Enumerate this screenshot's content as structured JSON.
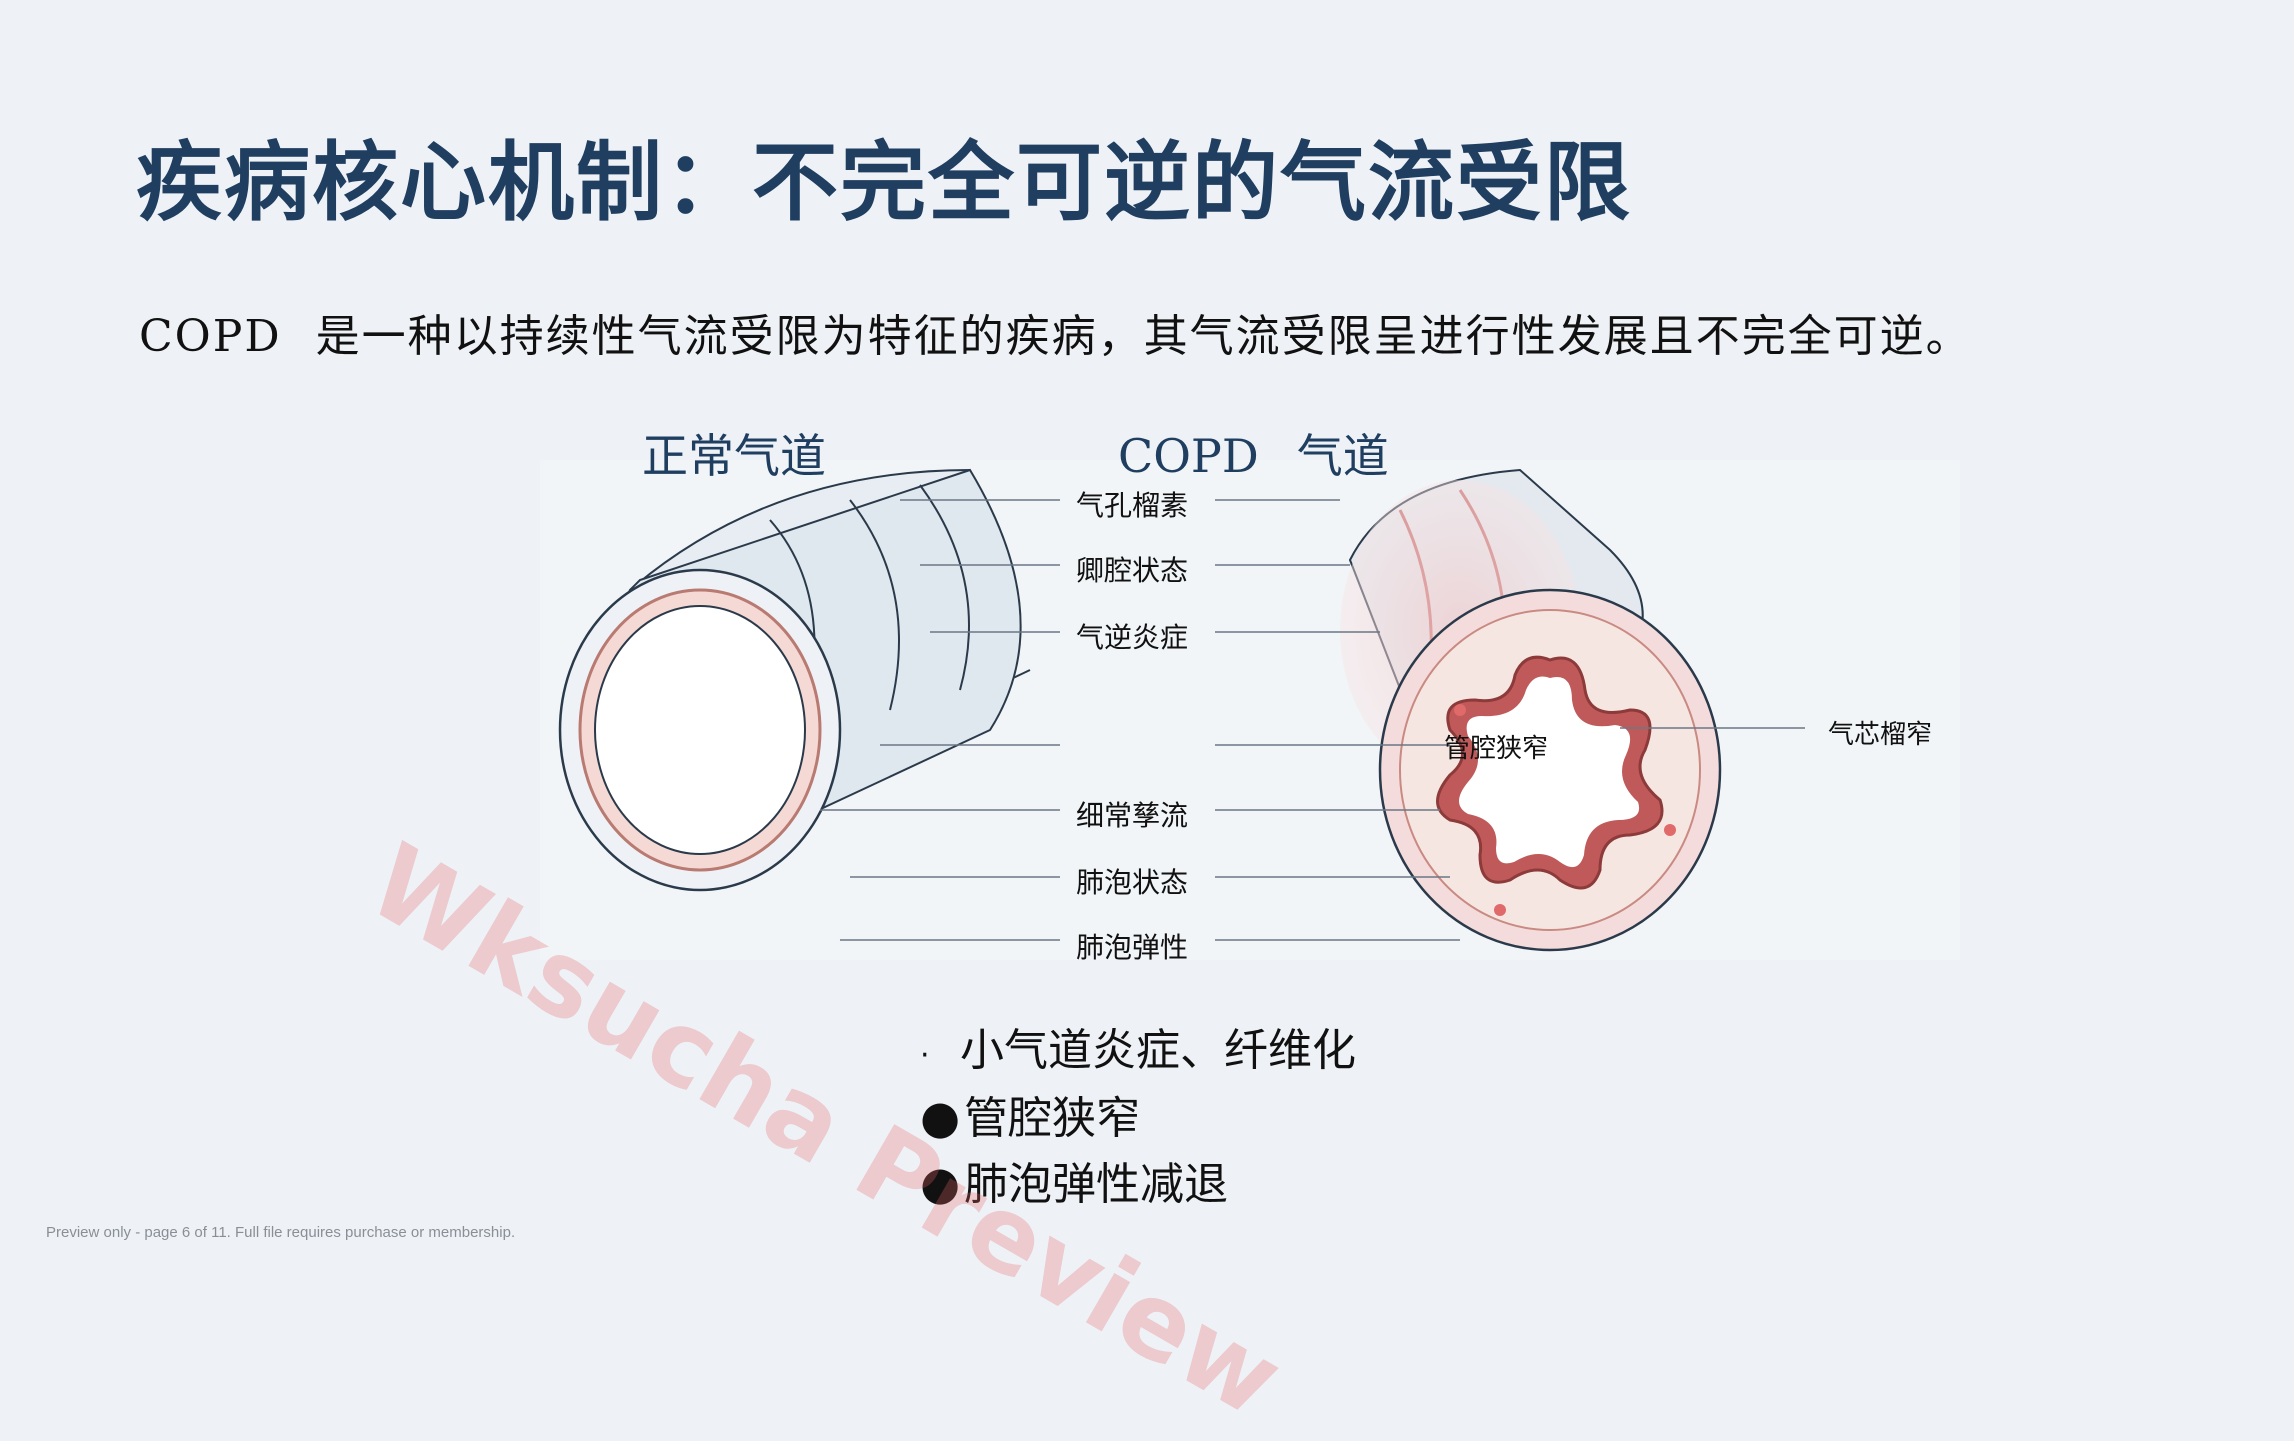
{
  "slide": {
    "title": "疾病核心机制：不完全可逆的气流受限",
    "lead_latin": "COPD",
    "lead_text": "是一种以持续性气流受限为特征的疾病，其气流受限呈进行性发展且不完全可逆。"
  },
  "diagram": {
    "normal_heading": "正常气道",
    "copd_heading_latin": "COPD",
    "copd_heading_text": "气道",
    "callouts_left": [
      "气孔榴素",
      "卿腔状态",
      "气逆炎症",
      "细常孳流",
      "肺泡状态",
      "肺泡弹性"
    ],
    "label_lumen": "管腔狭窄",
    "label_right": "气芯榴窄"
  },
  "bullets": [
    {
      "marker": "·",
      "text": "小气道炎症、纤维化"
    },
    {
      "marker": "●",
      "text": "管腔狭窄"
    },
    {
      "marker": "●",
      "text": "肺泡弹性减退"
    }
  ],
  "footer": "Preview only - page 6 of 11. Full file requires purchase or membership.",
  "watermark": "Wksucha Preview",
  "colors": {
    "title": "#1f3e60",
    "background": "#eef2f6",
    "tissue_pink": "#e8a0a0",
    "outline": "#2b3a4a"
  }
}
